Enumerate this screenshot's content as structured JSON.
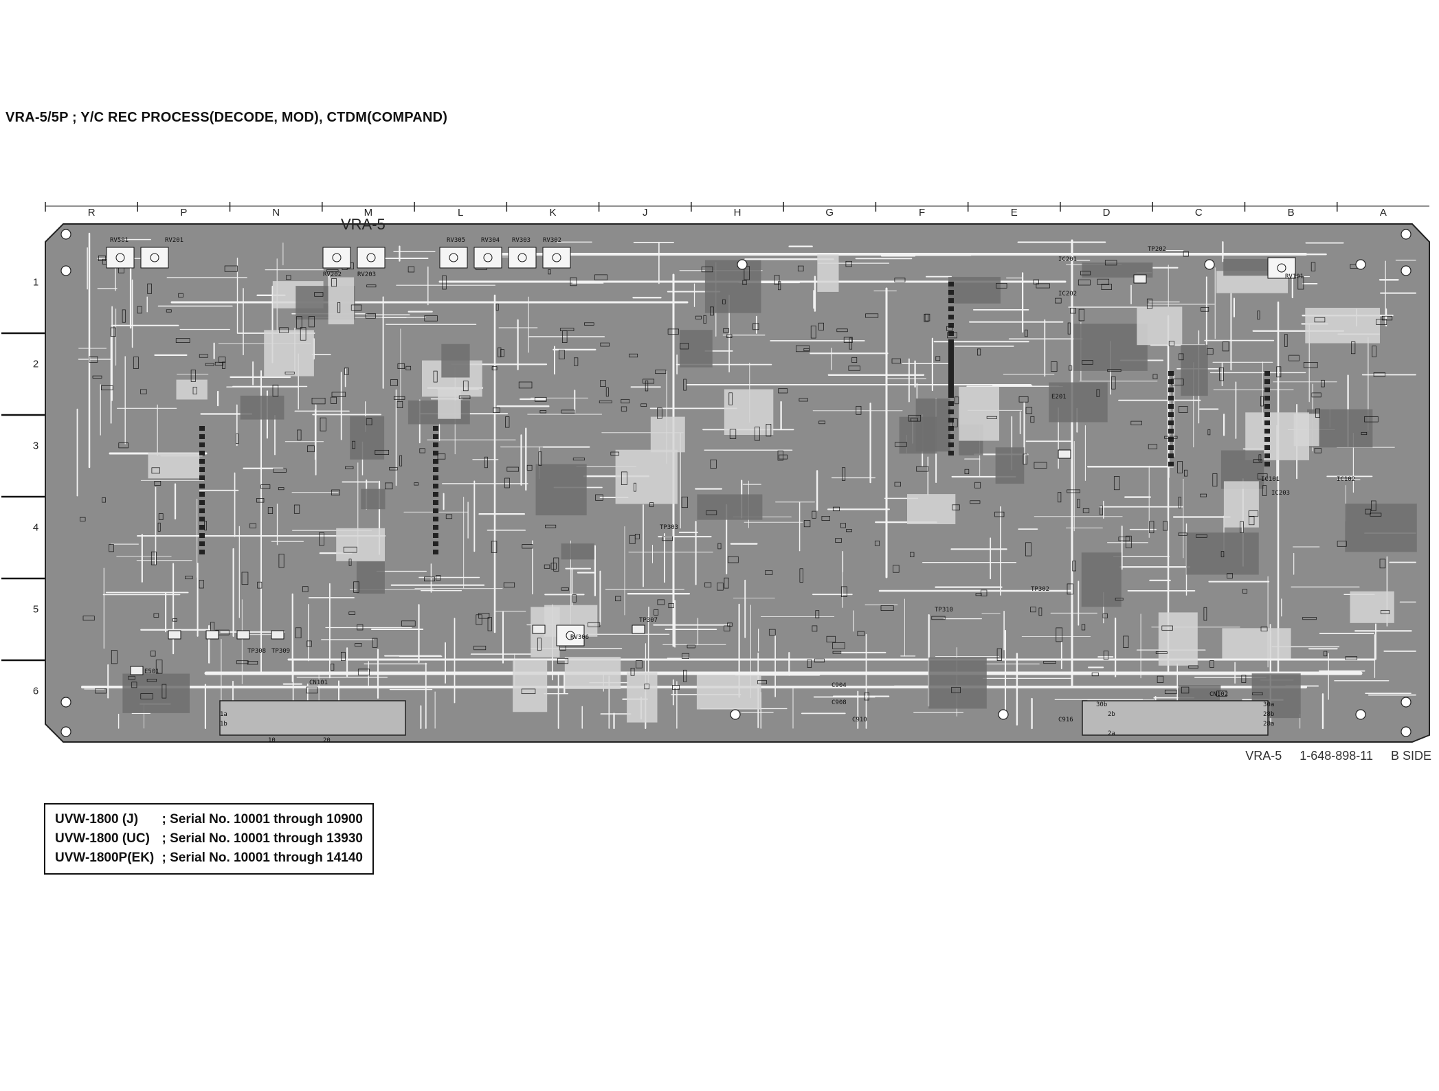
{
  "page_title": "VRA-5/5P ; Y/C REC PROCESS(DECODE, MOD), CTDM(COMPAND)",
  "board": {
    "name": "VRA-5",
    "columns": [
      "R",
      "P",
      "N",
      "M",
      "L",
      "K",
      "J",
      "H",
      "G",
      "F",
      "E",
      "D",
      "C",
      "B",
      "A"
    ],
    "rows": [
      "1",
      "2",
      "3",
      "4",
      "5",
      "6"
    ],
    "components": [
      {
        "label": "RV501"
      },
      {
        "label": "RV201"
      },
      {
        "label": "RV202"
      },
      {
        "label": "RV203"
      },
      {
        "label": "RV305"
      },
      {
        "label": "RV304"
      },
      {
        "label": "RV303"
      },
      {
        "label": "RV302"
      },
      {
        "label": "RV306"
      },
      {
        "label": "RV101"
      },
      {
        "label": "IC101"
      },
      {
        "label": "IC102"
      },
      {
        "label": "IC201"
      },
      {
        "label": "IC202"
      },
      {
        "label": "IC203"
      },
      {
        "label": "TP202"
      },
      {
        "label": "TP302"
      },
      {
        "label": "TP303"
      },
      {
        "label": "TP307"
      },
      {
        "label": "TP308"
      },
      {
        "label": "TP309"
      },
      {
        "label": "TP310"
      },
      {
        "label": "E201"
      },
      {
        "label": "E501"
      },
      {
        "label": "CN101"
      },
      {
        "label": "CN102"
      },
      {
        "label": "C904"
      },
      {
        "label": "C908"
      },
      {
        "label": "C910"
      },
      {
        "label": "C916"
      }
    ],
    "connector_pins": [
      "10",
      "20",
      "30b",
      "30a",
      "28b",
      "28a",
      "2a",
      "2b",
      "1a",
      "1b"
    ]
  },
  "footer_label": {
    "board": "VRA-5",
    "part_number": "1-648-898-11",
    "side": "B SIDE"
  },
  "serial_box": {
    "rows": [
      {
        "model": "UVW-1800 (J)",
        "text": "; Serial No. 10001 through 10900"
      },
      {
        "model": "UVW-1800 (UC)",
        "text": "; Serial No. 10001 through 13930"
      },
      {
        "model": "UVW-1800P(EK)",
        "text": "; Serial No. 10001 through 14140"
      }
    ]
  },
  "colors": {
    "board": "#8c8c8c",
    "trace": "#f2f2f2",
    "ink": "#111111"
  }
}
